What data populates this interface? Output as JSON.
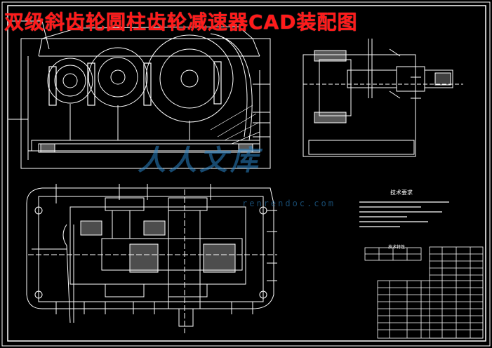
{
  "drawing": {
    "title": "双级斜齿轮圆柱齿轮减速器CAD装配图",
    "watermark_text": "人人文库",
    "watermark_url": "renrendoc.com",
    "tech_requirements_title": "技术要求",
    "spec_table_title": "技术特性"
  },
  "colors": {
    "background": "#000000",
    "line": "#ffffff",
    "title": "#ff1a1a",
    "watermark": "#2b86c8"
  }
}
